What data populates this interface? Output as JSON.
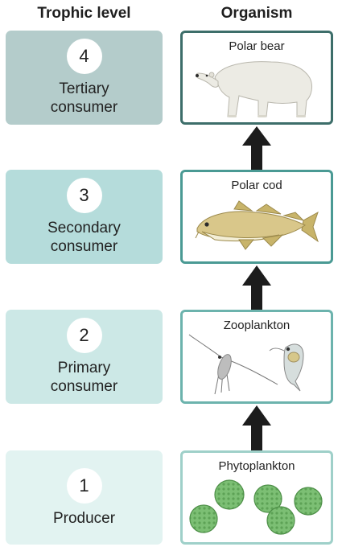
{
  "headers": {
    "trophic_level": "Trophic level",
    "organism": "Organism"
  },
  "levels": [
    {
      "number": "4",
      "label_line1": "Tertiary",
      "label_line2": "consumer",
      "color": "#b4cccb",
      "organism": "Polar bear",
      "border_color": "#3d6e6a"
    },
    {
      "number": "3",
      "label_line1": "Secondary",
      "label_line2": "consumer",
      "color": "#b5dcdb",
      "organism": "Polar cod",
      "border_color": "#4a9a94"
    },
    {
      "number": "2",
      "label_line1": "Primary",
      "label_line2": "consumer",
      "color": "#cce8e6",
      "organism": "Zooplankton",
      "border_color": "#6cb3ad"
    },
    {
      "number": "1",
      "label_line1": "Producer",
      "label_line2": "",
      "color": "#e2f3f1",
      "organism": "Phytoplankton",
      "border_color": "#9fd0c9"
    }
  ],
  "arrow_color": "#1c1c1c"
}
